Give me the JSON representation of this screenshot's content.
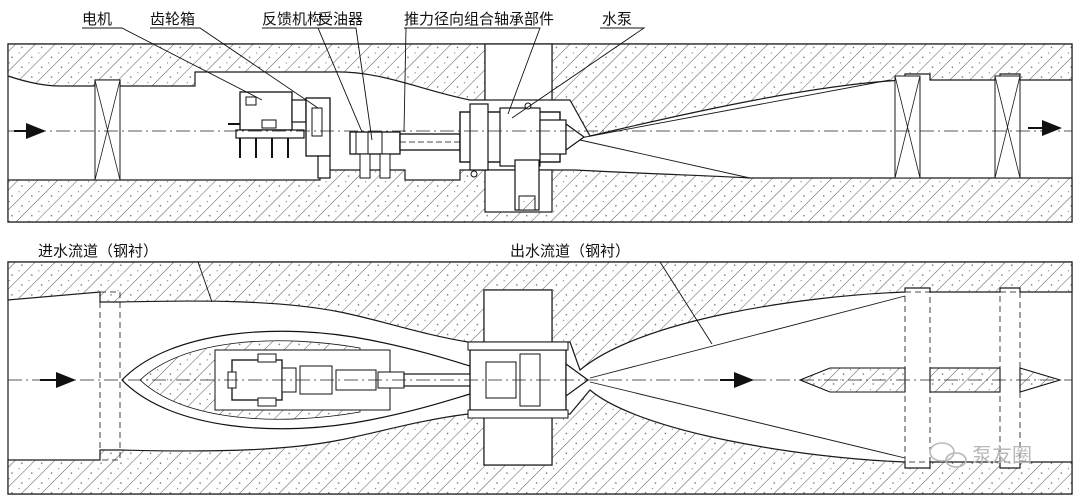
{
  "labels": {
    "motor": "电机",
    "gearbox": "齿轮箱",
    "feedback": "反馈机构",
    "oil_receiver": "受油器",
    "bearing": "推力径向组合轴承部件",
    "pump": "水泵",
    "inlet": "进水流道（钢衬）",
    "outlet": "出水流道（钢衬）"
  },
  "watermark": "泵友圈",
  "icons": {
    "watermark_logo": "wechat-logo-icon"
  },
  "colors": {
    "line": "#1a1a1a",
    "hatch": "#555555",
    "watermark": "#b9b9b9"
  }
}
